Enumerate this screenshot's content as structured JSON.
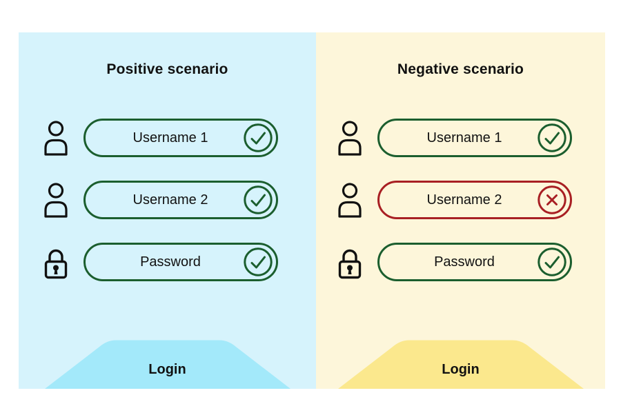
{
  "colors": {
    "positive_panel_bg": "#d6f3fc",
    "negative_panel_bg": "#fdf6da",
    "positive_button": "#a3e9fa",
    "negative_button": "#fbe88d",
    "valid": "#1b5e2e",
    "invalid": "#a81f23",
    "icon": "#111111",
    "text": "#111111"
  },
  "panels": [
    {
      "title": "Positive scenario",
      "login_label": "Login",
      "fields": [
        {
          "icon": "user-icon",
          "label": "Username 1",
          "status": "valid"
        },
        {
          "icon": "user-icon",
          "label": "Username 2",
          "status": "valid"
        },
        {
          "icon": "lock-icon",
          "label": "Password",
          "status": "valid"
        }
      ]
    },
    {
      "title": "Negative scenario",
      "login_label": "Login",
      "fields": [
        {
          "icon": "user-icon",
          "label": "Username 1",
          "status": "valid"
        },
        {
          "icon": "user-icon",
          "label": "Username 2",
          "status": "invalid"
        },
        {
          "icon": "lock-icon",
          "label": "Password",
          "status": "valid"
        }
      ]
    }
  ]
}
